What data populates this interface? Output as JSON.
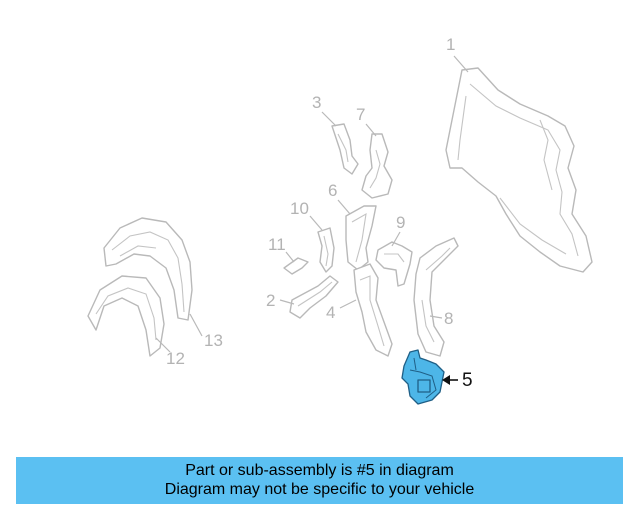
{
  "diagram": {
    "highlighted_part": "5",
    "highlight_color": "#4db6e8",
    "callouts": [
      "1",
      "2",
      "3",
      "4",
      "5",
      "6",
      "7",
      "8",
      "9",
      "10",
      "11",
      "12",
      "13"
    ]
  },
  "banner": {
    "line1": "Part or sub-assembly is #5 in diagram",
    "line2": "Diagram may not be specific to your vehicle",
    "background": "#5bc0f2"
  }
}
